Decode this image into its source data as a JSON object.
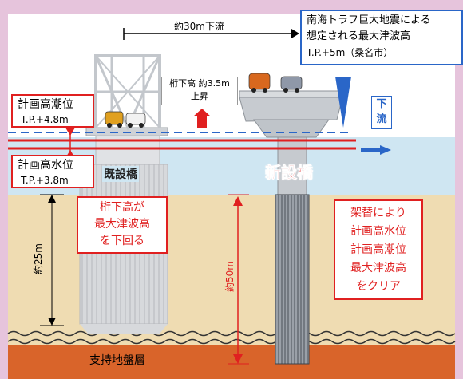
{
  "distance_label": "約30m下流",
  "tsunami": {
    "line1": "南海トラフ巨大地震による",
    "line2": "想定される最大津波高",
    "line3": "T.P.+5m（桑名市）"
  },
  "downstream": {
    "char1": "下",
    "char2": "流"
  },
  "rise": {
    "line1": "桁下高 約3.5m",
    "line2": "上昇"
  },
  "high_tide": {
    "title": "計画高潮位",
    "value": "T.P.+4.8m"
  },
  "high_water": {
    "title": "計画高水位",
    "value": "T.P.+3.8m"
  },
  "old_bridge_label": "既設橋",
  "new_bridge_label": "新設橋",
  "clearance": {
    "line1": "桁下高が",
    "line2": "最大津波高",
    "line3": "を下回る"
  },
  "clear_note": {
    "line1": "架替により",
    "line2": "計画高水位",
    "line3": "計画高潮位",
    "line4": "最大津波高",
    "line5": "をクリア"
  },
  "depth_old": "約25m",
  "depth_new": "約50m",
  "bearing_layer": "支持地盤層",
  "colors": {
    "water": "#cfe6f2",
    "soil": "#efdcb2",
    "bearing": "#d9642a",
    "accent_red": "#e02020",
    "accent_blue": "#2a66c8"
  }
}
